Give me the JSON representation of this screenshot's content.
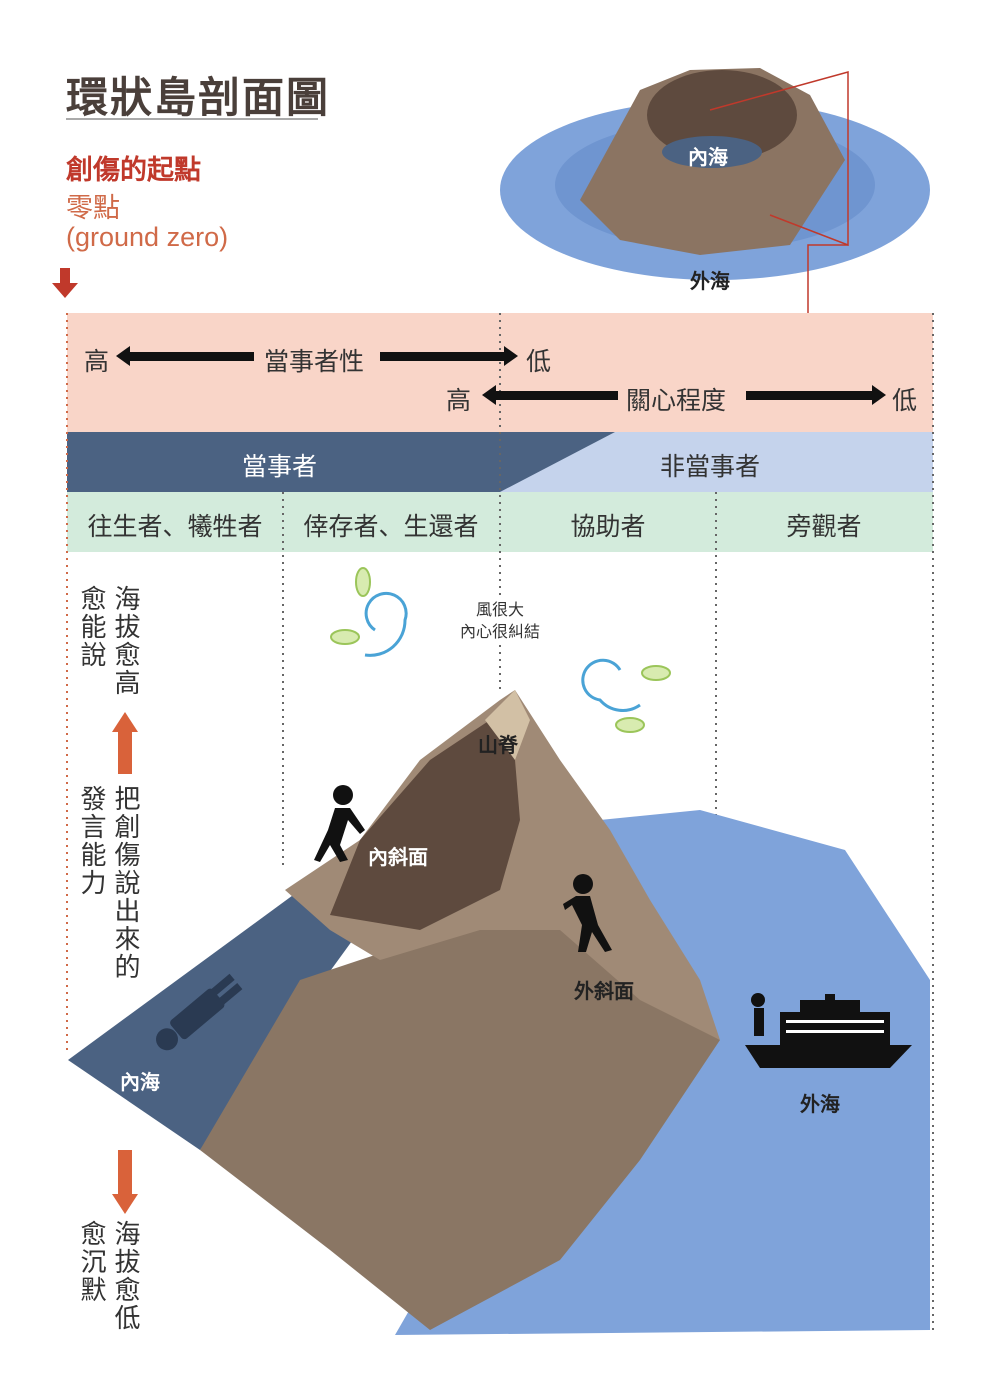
{
  "title": "環狀島剖面圖",
  "origin": {
    "heading": "創傷的起點",
    "subheading": "零點",
    "english": "(ground zero)"
  },
  "scales": {
    "involvement": {
      "high": "高",
      "label": "當事者性",
      "low": "低"
    },
    "concern": {
      "high": "高",
      "label": "關心程度",
      "low": "低"
    }
  },
  "bands": {
    "insiders": "當事者",
    "outsiders": "非當事者"
  },
  "categories": [
    "往生者、犧牲者",
    "倖存者、生還者",
    "協助者",
    "旁觀者"
  ],
  "side_text": {
    "top": [
      "海拔愈高",
      "愈能說"
    ],
    "bottom_up": [
      "把創傷說出來的",
      "發言能力"
    ],
    "bottom": [
      "海拔愈低",
      "愈沉默"
    ]
  },
  "diagram_labels": {
    "wind": [
      "風很大",
      "內心很糾結"
    ],
    "ridge": "山脊",
    "inner_slope": "內斜面",
    "outer_slope": "外斜面",
    "inner_sea": "內海",
    "outer_sea": "外海"
  },
  "inset_labels": {
    "inner_sea": "內海",
    "outer_sea": "外海"
  },
  "colors": {
    "pink": "#f9d5c8",
    "navy": "#4b6282",
    "lightblue": "#c5d3ec",
    "green": "#d3ebdc",
    "sea": "#7fa3da",
    "accent": "#c0392b"
  }
}
